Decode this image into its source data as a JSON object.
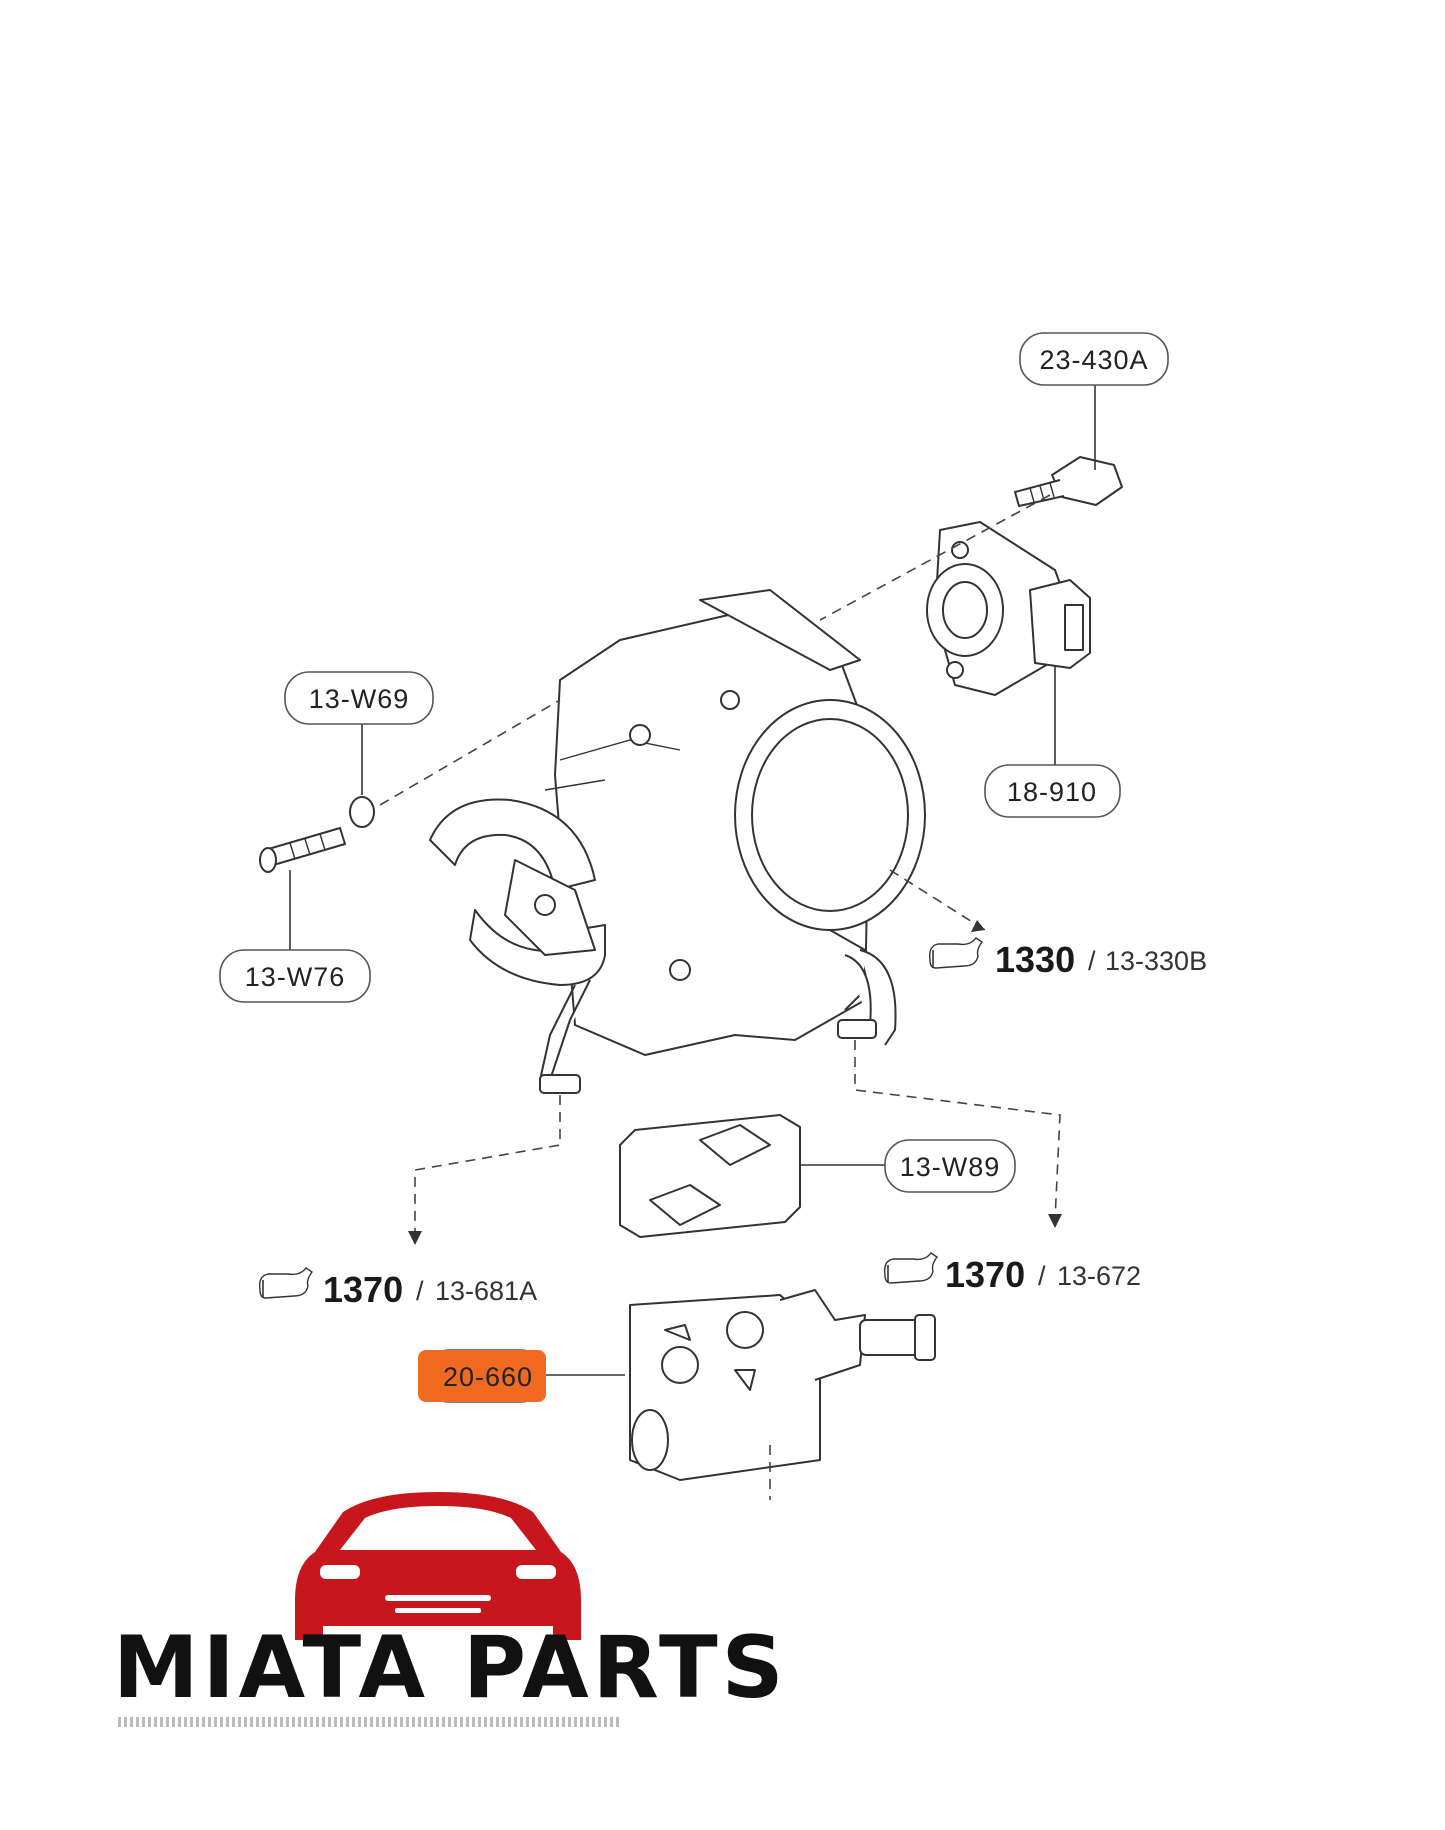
{
  "callouts": [
    {
      "id": "23-430A"
    },
    {
      "id": "13-W69"
    },
    {
      "id": "18-910"
    },
    {
      "id": "13-W76"
    },
    {
      "id": "13-W89"
    },
    {
      "id": "20-660",
      "highlighted": true
    }
  ],
  "references": [
    {
      "number": "1330",
      "subref": "13-330B"
    },
    {
      "number": "1370",
      "subref": "13-681A"
    },
    {
      "number": "1370",
      "subref": "13-672"
    }
  ],
  "separator": "/",
  "logo": {
    "text": "MIATA PARTS",
    "car_color": "#c8161d"
  },
  "highlight_color": "#ef6a1f"
}
